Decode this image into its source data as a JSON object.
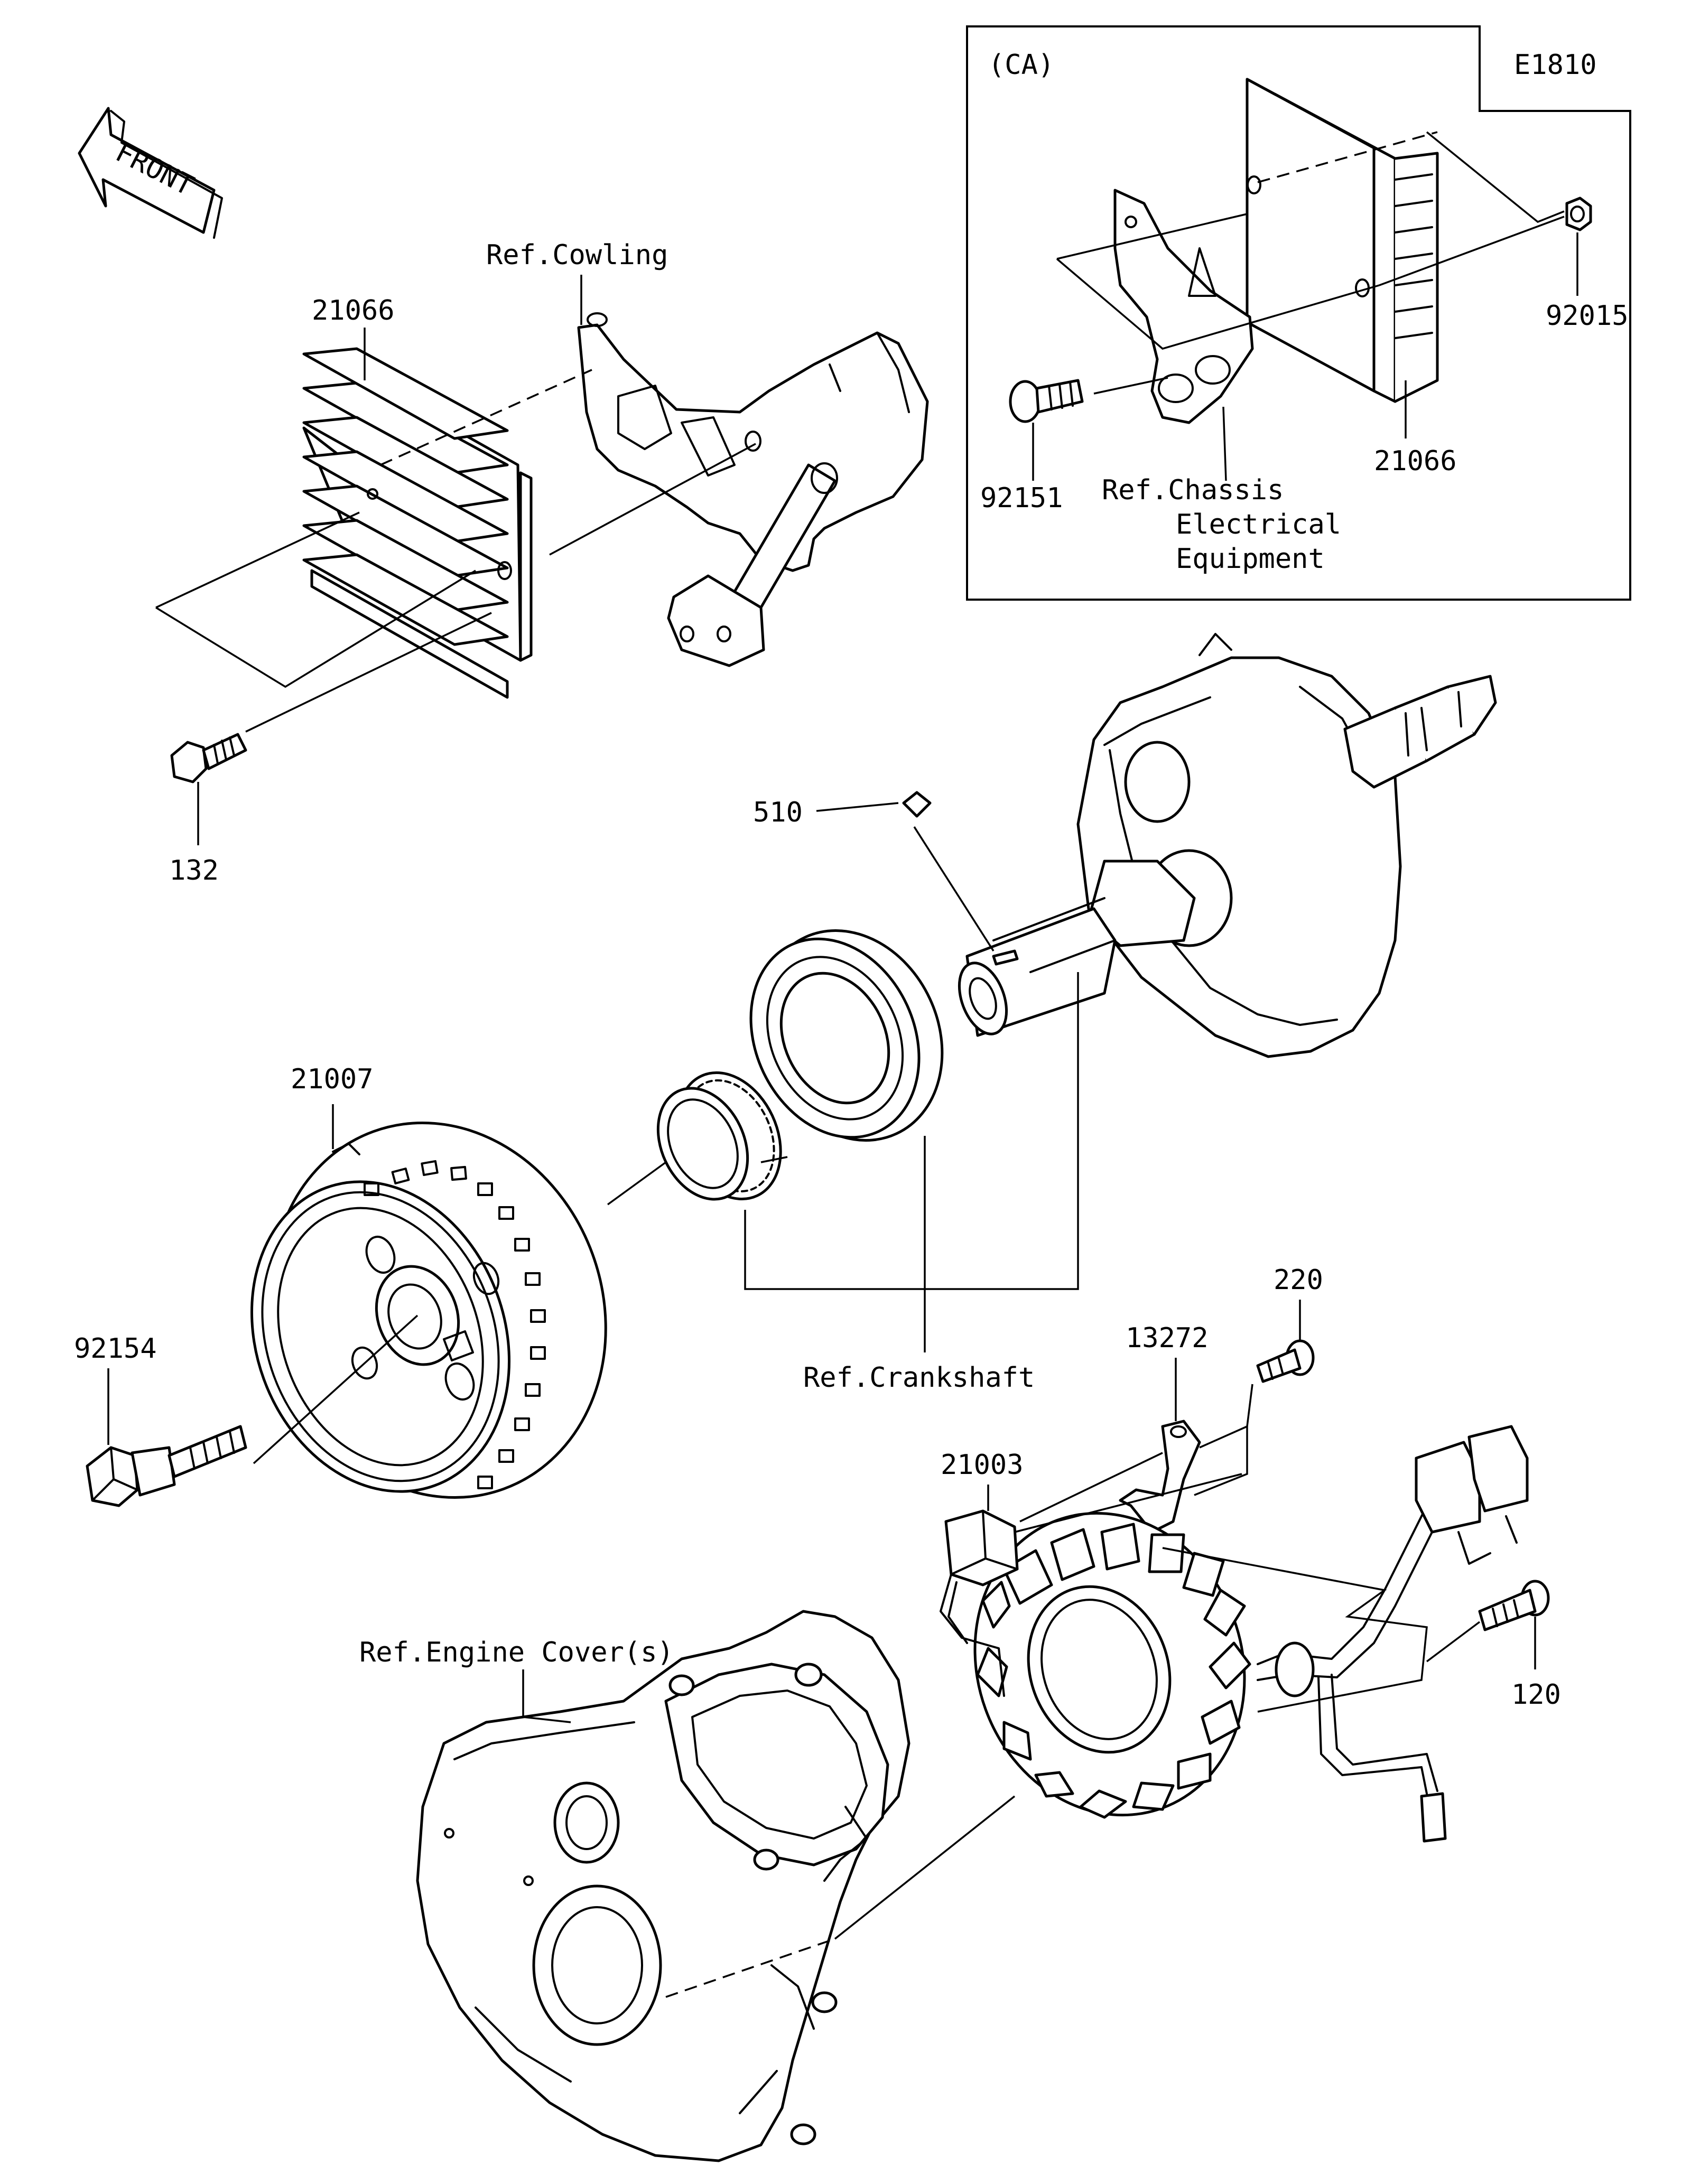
{
  "diagram_code": "E1810",
  "front_label": "FRONT",
  "inset_title": "(CA)",
  "part_numbers": {
    "regulator": "21066",
    "regulator_inset": "21066",
    "bolt_132": "132",
    "nut_92015": "92015",
    "screw_92151": "92151",
    "key_510": "510",
    "rotor_21007": "21007",
    "bolt_92154": "92154",
    "screw_220": "220",
    "clamp_13272": "13272",
    "stator_21003": "21003",
    "bolt_120": "120"
  },
  "references": {
    "cowling": "Ref.Cowling",
    "chassis_line1": "Ref.Chassis",
    "chassis_line2": "Electrical",
    "chassis_line3": "Equipment",
    "crankshaft": "Ref.Crankshaft",
    "engine_cover": "Ref.Engine Cover(s)"
  }
}
